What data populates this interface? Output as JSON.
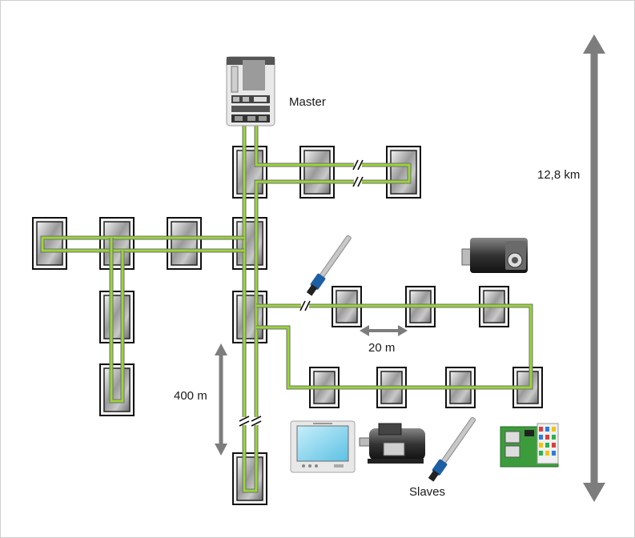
{
  "labels": {
    "master": "Master",
    "slaves": "Slaves",
    "total_distance": "12,8 km",
    "segment_distance": "400 m",
    "device_spacing": "20 m"
  },
  "colors": {
    "cable": "#9ad43a",
    "cable_edge": "#6f6f6f",
    "module_border": "#111111",
    "arrow": "#7d7d7d",
    "hmi_screen": "#7fd3ec",
    "io_board": "#3c9c3c"
  },
  "icons": {
    "master_controller": "master-controller-icon",
    "slave_module": "slave-module-icon",
    "temperature_sensor": "temperature-sensor-icon",
    "servo_motor": "servo-motor-icon",
    "electric_motor": "electric-motor-icon",
    "hmi_panel": "hmi-panel-icon",
    "io_board": "io-board-icon"
  }
}
